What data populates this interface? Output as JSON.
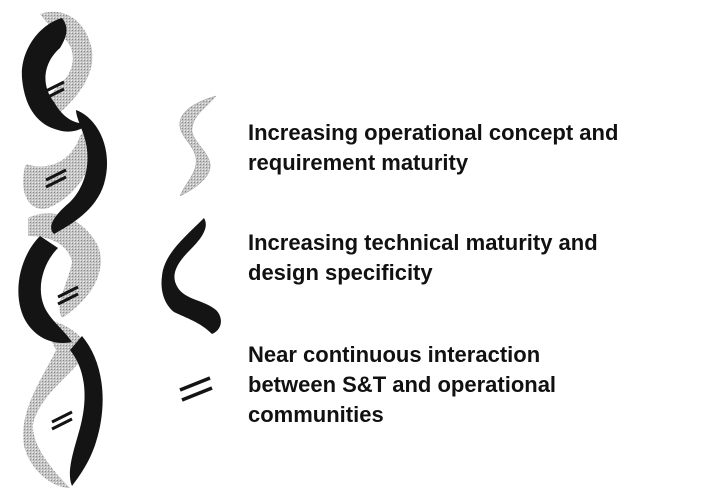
{
  "legend": [
    {
      "icon": "light-ribbon-icon",
      "lines": [
        "Increasing operational concept and",
        "requirement maturity"
      ]
    },
    {
      "icon": "dark-ribbon-icon",
      "lines": [
        "Increasing technical maturity and",
        "design specificity"
      ]
    },
    {
      "icon": "double-line-icon",
      "lines": [
        "Near continuous interaction",
        "between S&T and operational",
        "communities"
      ]
    }
  ],
  "colors": {
    "light_strand": "#b8b8b8",
    "dark_strand": "#141414",
    "text": "#111111"
  }
}
